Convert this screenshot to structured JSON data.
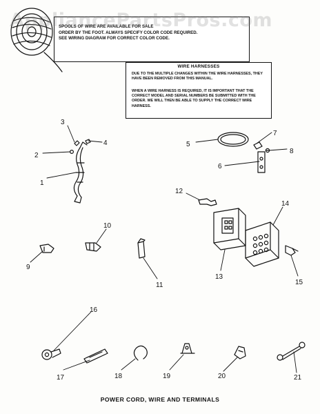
{
  "watermark": "AppliancePartsPros.com",
  "note_wire": {
    "line1": "SPOOLS OF WIRE ARE AVAILABLE FOR SALE",
    "line2": "ORDER BY THE FOOT. ALWAYS SPECIFY COLOR CODE REQUIRED.",
    "line3": "SEE WIRING DIAGRAM FOR CORRECT COLOR CODE."
  },
  "note_harness": {
    "title": "WIRE HARNESSES",
    "para1": "DUE TO THE MULTIPLE CHANGES WITHIN THE WIRE HARNESSES, THEY HAVE BEEN REMOVED FROM THIS MANUAL.",
    "para2": "WHEN A WIRE HARNESS IS REQUIRED, IT IS IMPORTANT THAT THE CORRECT MODEL AND SERIAL NUMBERS BE SUBMITTED WITH THE ORDER. WE WILL THEN BE ABLE TO SUPPLY THE CORRECT WIRE HARNESS."
  },
  "callouts": {
    "c1": "1",
    "c2": "2",
    "c3": "3",
    "c4": "4",
    "c5": "5",
    "c6": "6",
    "c7": "7",
    "c8": "8",
    "c9": "9",
    "c10": "10",
    "c11": "11",
    "c12": "12",
    "c13": "13",
    "c14": "14",
    "c15": "15",
    "c16": "16",
    "c17": "17",
    "c18": "18",
    "c19": "19",
    "c20": "20",
    "c21": "21"
  },
  "caption": "POWER CORD, WIRE AND TERMINALS",
  "colors": {
    "ink": "#111111",
    "paper": "#fdfdfb",
    "watermark": "#787878"
  }
}
